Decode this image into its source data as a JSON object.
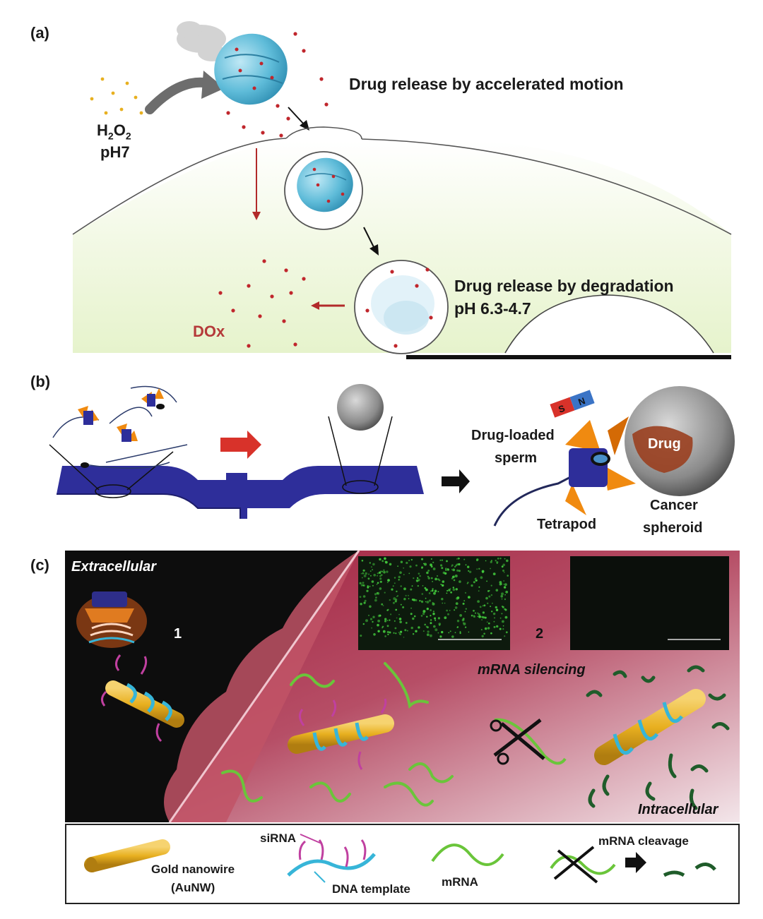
{
  "panel_a": {
    "label": "(a)",
    "fuel_line1": "H2O2",
    "fuel_h": "H",
    "fuel_sub1": "2",
    "fuel_o": "O",
    "fuel_sub2": "2",
    "fuel_line2": "pH7",
    "motion_text": "Drug release by accelerated motion",
    "degradation_text": "Drug release by degradation",
    "ph_text": "pH 6.3-4.7",
    "drug_label": "DOx"
  },
  "panel_b": {
    "label": "(b)",
    "drug_loaded": "Drug-loaded",
    "sperm": "sperm",
    "drug": "Drug",
    "tetrapod": "Tetrapod",
    "cancer": "Cancer",
    "spheroid": "spheroid",
    "magnet_s": "S",
    "magnet_n": "N"
  },
  "panel_c": {
    "label": "(c)",
    "extracellular": "Extracellular",
    "step1": "1",
    "step2": "2",
    "mrna_silencing": "mRNA silencing",
    "intracellular": "Intracellular",
    "legend": {
      "gold_nanowire": "Gold nanowire",
      "aunw": "(AuNW)",
      "sirna": "siRNA",
      "dna_template": "DNA template",
      "mrna": "mRNA",
      "mrna_cleavage": "mRNA cleavage"
    }
  },
  "colors": {
    "drug_red": "#c0262c",
    "cell_green": "#e9f5cf",
    "channel_blue": "#2e2e9a",
    "gold": "#e8b020",
    "cyan": "#37b5d8",
    "mrna_green": "#6ac53a",
    "magenta": "#c040a0",
    "maroon": "#a21e3c"
  }
}
